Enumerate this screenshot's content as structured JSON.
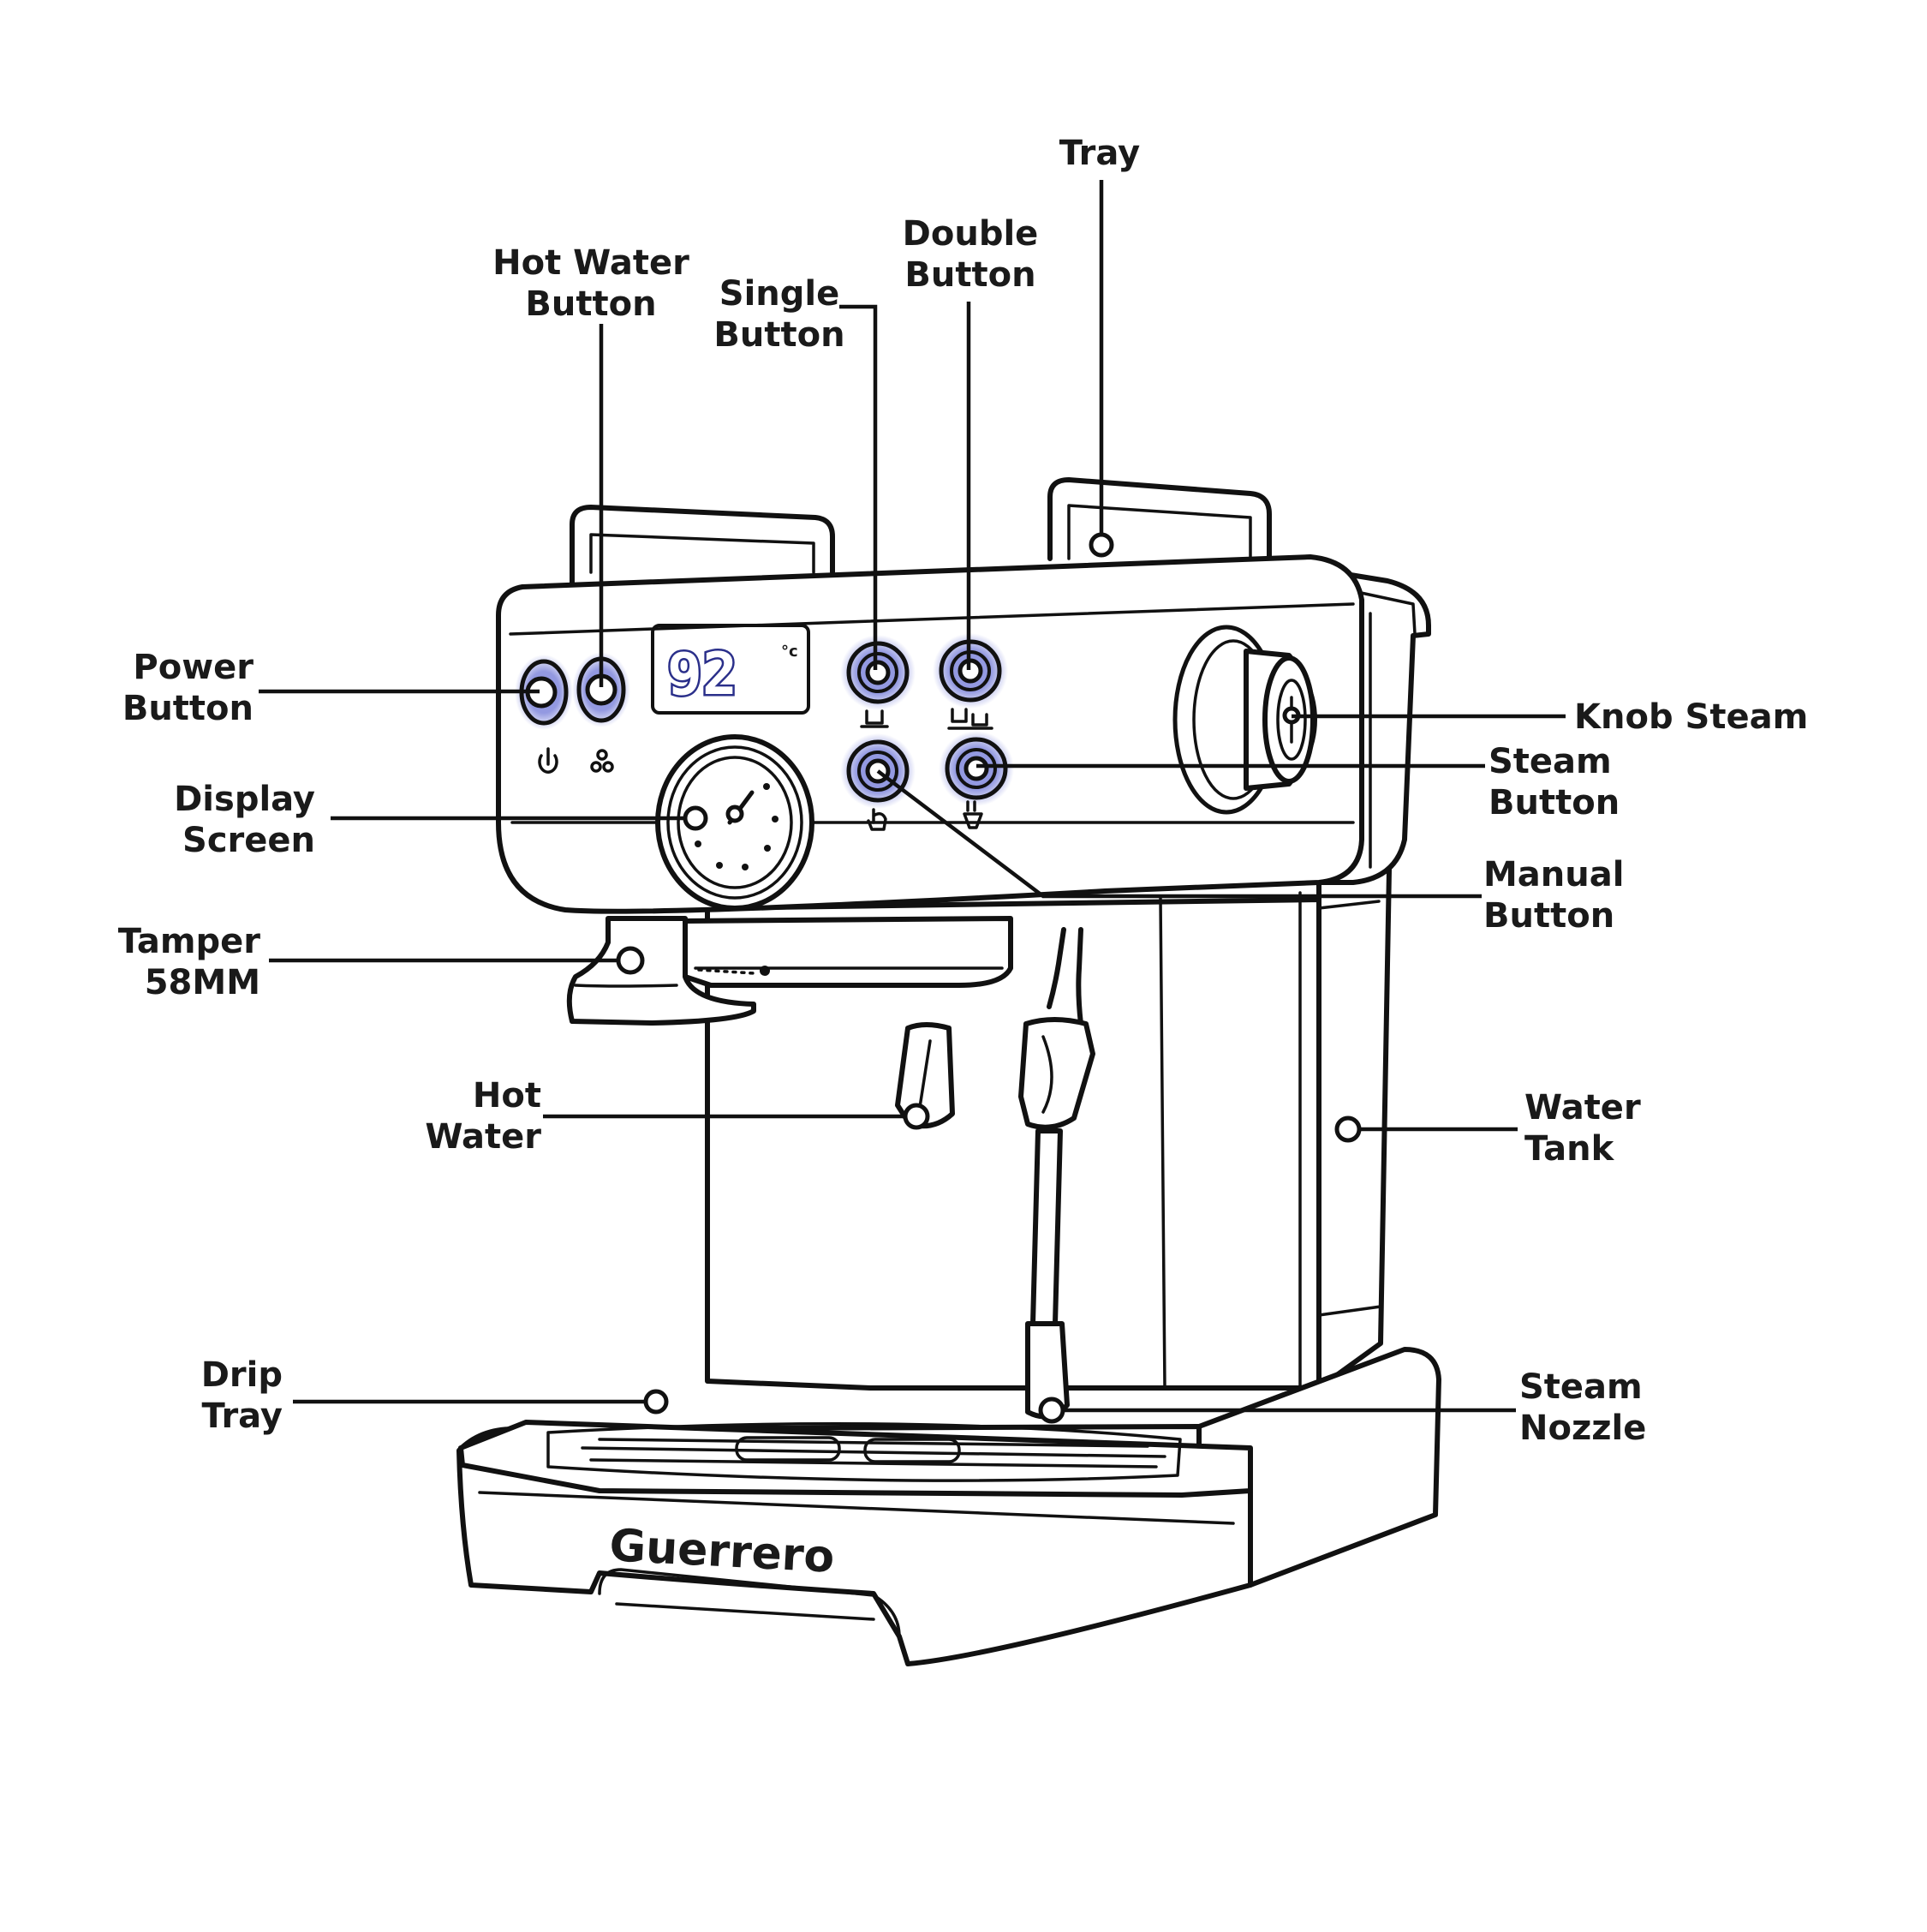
{
  "brand": "Guerrero",
  "display": {
    "temperature": "92",
    "unit": "°c"
  },
  "colors": {
    "glow": "#3b46c8",
    "line": "#111111"
  },
  "labels": {
    "tray": "Tray",
    "double_button": [
      "Double",
      "Button"
    ],
    "single_button": [
      "Single",
      "Button"
    ],
    "hot_water_button": [
      "Hot Water",
      "Button"
    ],
    "power_button": [
      "Power",
      "Button"
    ],
    "display_screen": [
      "Display",
      "Screen"
    ],
    "tamper": [
      "Tamper",
      "58MM"
    ],
    "hot_water": [
      "Hot",
      "Water"
    ],
    "drip_tray": [
      "Drip",
      "Tray"
    ],
    "knob_steam": "Knob Steam",
    "steam_button": [
      "Steam",
      "Button"
    ],
    "manual_button": [
      "Manual",
      "Button"
    ],
    "water_tank": [
      "Water",
      "Tank"
    ],
    "steam_nozzle": [
      "Steam",
      "Nozzle"
    ]
  },
  "icons": [
    "power-icon",
    "hot-water-drops-icon",
    "single-cup-icon",
    "double-cup-icon",
    "manual-hand-icon",
    "steam-icon"
  ]
}
